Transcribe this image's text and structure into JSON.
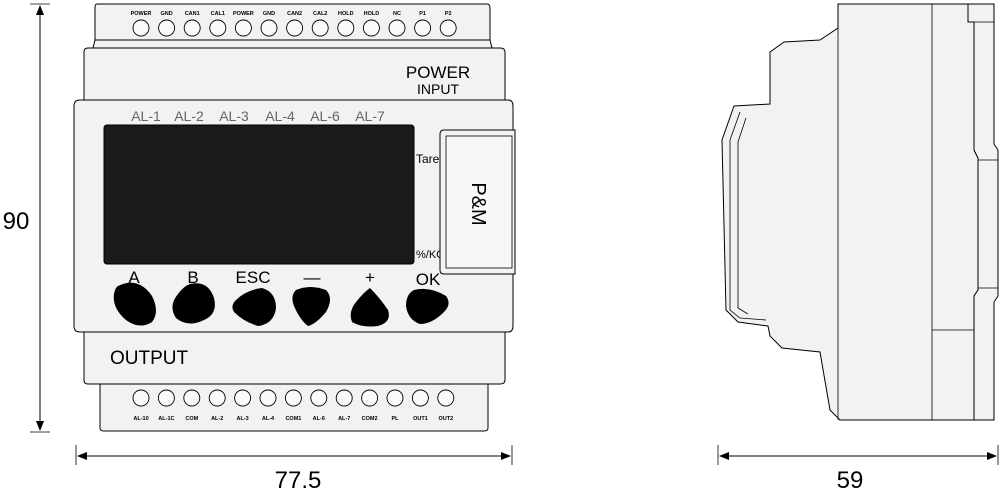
{
  "dimensions": {
    "height": "90",
    "front_width": "77.5",
    "side_width": "59"
  },
  "top_terminals": [
    "POWER",
    "GND",
    "CAN1",
    "CAL1",
    "POWER",
    "GND",
    "CAN2",
    "CAL2",
    "HOLD",
    "HOLD",
    "NC",
    "P1",
    "P2"
  ],
  "bottom_terminals": [
    "AL-10",
    "AL-1C",
    "COM",
    "AL-2",
    "AL-3",
    "AL-4",
    "COM1",
    "AL-6",
    "AL-7",
    "COM2",
    "PL",
    "OUT1",
    "OUT2"
  ],
  "power_label": "POWER",
  "input_label": "INPUT",
  "alarm_labels": [
    "AL-1",
    "AL-2",
    "AL-3",
    "AL-4",
    "AL-6",
    "AL-7"
  ],
  "tare_label": "Tare",
  "unit_label": "%/KG",
  "brand_label": "P&M",
  "keys": [
    "A",
    "B",
    "ESC",
    "—",
    "+",
    "OK"
  ],
  "output_label": "OUTPUT"
}
